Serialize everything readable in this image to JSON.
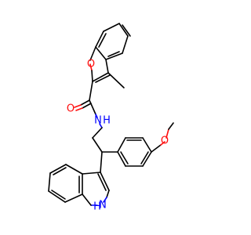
{
  "atoms": {
    "ring_oxygen": "O",
    "carbonyl_oxygen": "O",
    "amide_nitrogen": "N",
    "amide_hydrogen": "H",
    "methoxy_oxygen": "O",
    "indole_nitrogen": "N",
    "indole_hydrogen": "H"
  },
  "colors": {
    "carbon_bond": "#000000",
    "oxygen": "#ff0d0d",
    "nitrogen": "#0000ff",
    "background": "#ffffff"
  }
}
